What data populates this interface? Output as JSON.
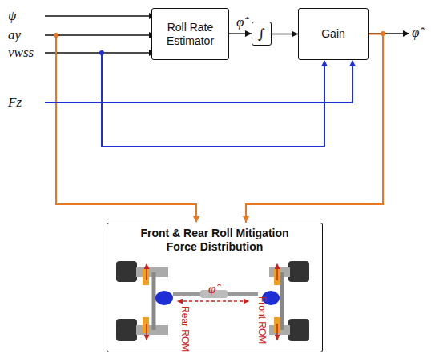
{
  "diagram": {
    "nodes": [
      {
        "text": [
          "Roll Rate Estimator"
        ]
      },
      {
        "text": [
          "∫"
        ]
      },
      {
        "text": [
          "Gain"
        ]
      },
      {
        "text": [
          "Front & Rear Roll Mitigation Force Distribution"
        ]
      }
    ],
    "edges": [
      {
        "from": 0,
        "to": 1,
        "arrow": "to",
        "label": "φ̂̇"
      },
      {
        "from": 1,
        "to": 2,
        "arrow": "to"
      },
      {
        "from": 2,
        "to": 3,
        "arrow": "to"
      }
    ],
    "labels": [
      "ψ",
      "ay",
      "vwss",
      "Fz",
      "φ̂",
      "φ̂",
      "Rear ROM",
      "Front ROM"
    ]
  }
}
